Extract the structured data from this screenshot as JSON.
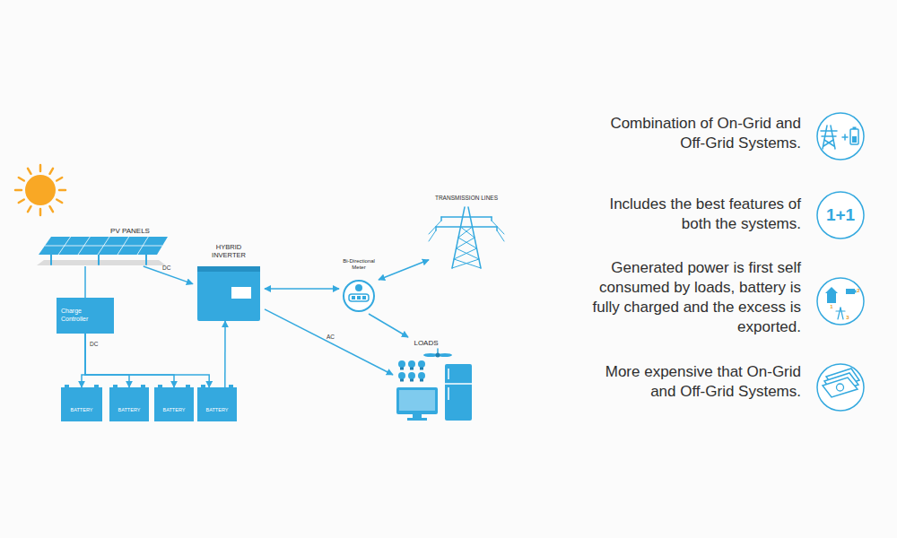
{
  "diagram": {
    "nodes": [
      {
        "text": [
          "PV PANELS"
        ]
      },
      {
        "text": [
          "Charge Controller"
        ]
      },
      {
        "text": [
          "BATTERY"
        ]
      },
      {
        "text": [
          "BATTERY"
        ]
      },
      {
        "text": [
          "BATTERY"
        ]
      },
      {
        "text": [
          "BATTERY"
        ]
      },
      {
        "text": [
          "HYBRID INVERTER"
        ]
      },
      {
        "text": [
          "Bi-Directional Meter"
        ]
      },
      {
        "text": [
          "TRANSMISSION LINES"
        ]
      },
      {
        "text": [
          "LOADS"
        ]
      },
      {
        "text": [
          "1+1"
        ]
      },
      {
        "text": [
          "1",
          "2",
          "3"
        ]
      }
    ],
    "edges": [
      {
        "from": 0,
        "to": 1,
        "arrow": "none"
      },
      {
        "from": 0,
        "to": 6,
        "label": "DC",
        "arrow": "to"
      },
      {
        "from": 1,
        "to": 2,
        "label": "DC",
        "arrow": "to"
      },
      {
        "from": 1,
        "to": 3,
        "arrow": "to"
      },
      {
        "from": 1,
        "to": 4,
        "arrow": "to"
      },
      {
        "from": 1,
        "to": 5,
        "arrow": "to"
      },
      {
        "from": 5,
        "to": 6,
        "arrow": "to"
      },
      {
        "from": 6,
        "to": 7,
        "arrow": "both"
      },
      {
        "from": 7,
        "to": 8,
        "arrow": "both"
      },
      {
        "from": 7,
        "to": 9,
        "arrow": "to"
      },
      {
        "from": 6,
        "to": 9,
        "label": "AC",
        "arrow": "to"
      }
    ],
    "labels": [
      "Combination of On-Grid and Off-Grid Systems.",
      "Includes the best features of both the systems.",
      "Generated power is first self consumed by loads, battery is fully charged and the excess is exported.",
      "More expensive that On-Grid and Off-Grid Systems."
    ]
  }
}
